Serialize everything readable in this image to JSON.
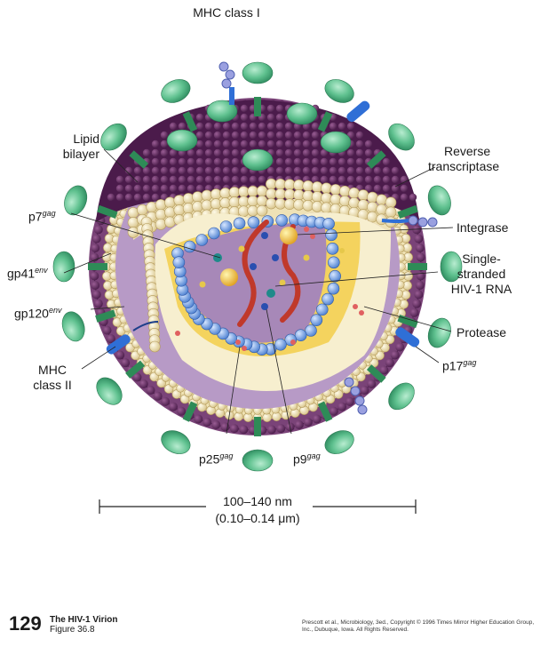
{
  "labels": {
    "mhc1": "MHC class I",
    "lipid_line1": "Lipid",
    "lipid_line2": "bilayer",
    "rt_line1": "Reverse",
    "rt_line2": "transcriptase",
    "p7": "p7",
    "p7_sup": "gag",
    "integrase": "Integrase",
    "ss_line1": "Single-",
    "ss_line2": "stranded",
    "ss_line3": "HIV-1 RNA",
    "gp41": "gp41",
    "gp41_sup": "env",
    "gp120": "gp120",
    "gp120_sup": "env",
    "protease": "Protease",
    "mhc2_line1": "MHC",
    "mhc2_line2": "class II",
    "p17": "p17",
    "p17_sup": "gag",
    "p25": "p25",
    "p25_sup": "gag",
    "p9": "p9",
    "p9_sup": "gag"
  },
  "scale": {
    "line1": "100–140 nm",
    "line2": "(0.10–0.14 μm)"
  },
  "footer": {
    "number": "129",
    "title": "The HIV-1 Virion",
    "figure": "Figure 36.8",
    "copyright_line1": "Prescott et al., Microbiology, 3ed., Copyright © 1996 Times Mirror Higher Education Group,",
    "copyright_line2": "Inc., Dubuque, Iowa. All Rights Reserved."
  },
  "colors": {
    "envelope_purple": "#6b2f6a",
    "inner_lavender": "#b99ac7",
    "lipid_bead": "#f2e7bf",
    "matrix_cream": "#f7efcf",
    "capsid_yellow": "#f4d35e",
    "core_purple": "#a788b8",
    "gp120_green": "#5fc18f",
    "gp41_green": "#2e8b57",
    "capsid_blue": "#5e8fd8",
    "rna_red": "#c0392b",
    "mhc_blue": "#2f6fd6"
  }
}
